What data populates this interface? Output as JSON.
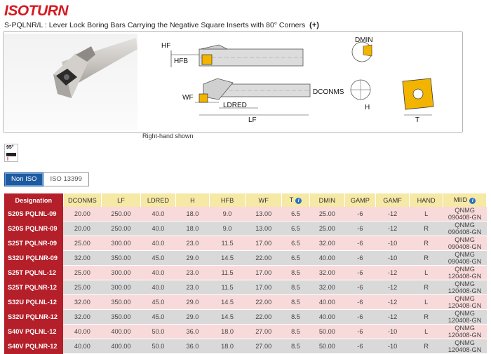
{
  "brand": {
    "part1": "ISO",
    "part2": "TURN"
  },
  "title": "S-PQLNR/L : Lever Lock Boring Bars Carrying the Negative Square Inserts with 80° Corners",
  "title_plus": "(+)",
  "drawing_labels": {
    "hf": "HF",
    "hfb": "HFB",
    "wf": "WF",
    "ldred": "LDRED",
    "lf": "LF",
    "dconms": "DCONMS",
    "dmin": "DMIN",
    "h": "H",
    "t": "T"
  },
  "caption": "Right-hand shown",
  "approach_angle": "95°",
  "tabs": [
    {
      "label": "Non ISO",
      "active": true
    },
    {
      "label": "ISO 13399",
      "active": false
    }
  ],
  "table": {
    "headers": [
      "Designation",
      "DCONMS",
      "LF",
      "LDRED",
      "H",
      "HFB",
      "WF",
      "T",
      "DMIN",
      "GAMP",
      "GAMF",
      "HAND",
      "MIID"
    ],
    "rows": [
      [
        "S20S PQLNL-09",
        "20.00",
        "250.00",
        "40.0",
        "18.0",
        "9.0",
        "13.00",
        "6.5",
        "25.00",
        "-6",
        "-12",
        "L",
        "QNMG 090408-GN"
      ],
      [
        "S20S PQLNR-09",
        "20.00",
        "250.00",
        "40.0",
        "18.0",
        "9.0",
        "13.00",
        "6.5",
        "25.00",
        "-6",
        "-12",
        "R",
        "QNMG 090408-GN"
      ],
      [
        "S25T PQLNR-09",
        "25.00",
        "300.00",
        "40.0",
        "23.0",
        "11.5",
        "17.00",
        "6.5",
        "32.00",
        "-6",
        "-10",
        "R",
        "QNMG 090408-GN"
      ],
      [
        "S32U PQLNR-09",
        "32.00",
        "350.00",
        "45.0",
        "29.0",
        "14.5",
        "22.00",
        "6.5",
        "40.00",
        "-6",
        "-10",
        "R",
        "QNMG 090408-GN"
      ],
      [
        "S25T PQLNL-12",
        "25.00",
        "300.00",
        "40.0",
        "23.0",
        "11.5",
        "17.00",
        "8.5",
        "32.00",
        "-6",
        "-12",
        "L",
        "QNMG 120408-GN"
      ],
      [
        "S25T PQLNR-12",
        "25.00",
        "300.00",
        "40.0",
        "23.0",
        "11.5",
        "17.00",
        "8.5",
        "32.00",
        "-6",
        "-12",
        "R",
        "QNMG 120408-GN"
      ],
      [
        "S32U PQLNL-12",
        "32.00",
        "350.00",
        "45.0",
        "29.0",
        "14.5",
        "22.00",
        "8.5",
        "40.00",
        "-6",
        "-12",
        "L",
        "QNMG 120408-GN"
      ],
      [
        "S32U PQLNR-12",
        "32.00",
        "350.00",
        "45.0",
        "29.0",
        "14.5",
        "22.00",
        "8.5",
        "40.00",
        "-6",
        "-12",
        "R",
        "QNMG 120408-GN"
      ],
      [
        "S40V PQLNL-12",
        "40.00",
        "400.00",
        "50.0",
        "36.0",
        "18.0",
        "27.00",
        "8.5",
        "50.00",
        "-6",
        "-10",
        "L",
        "QNMG 120408-GN"
      ],
      [
        "S40V PQLNR-12",
        "40.00",
        "400.00",
        "50.0",
        "36.0",
        "18.0",
        "27.00",
        "8.5",
        "50.00",
        "-6",
        "-10",
        "R",
        "QNMG 120408-GN"
      ]
    ]
  },
  "colors": {
    "brand_red": "#d71920",
    "designation_bg": "#b41f2a",
    "header_bg": "#f6e8a5",
    "row_pink": "#f9dada",
    "row_grey": "#d9d9d9",
    "tab_active": "#1d5aa0",
    "info": "#2d72c4"
  }
}
